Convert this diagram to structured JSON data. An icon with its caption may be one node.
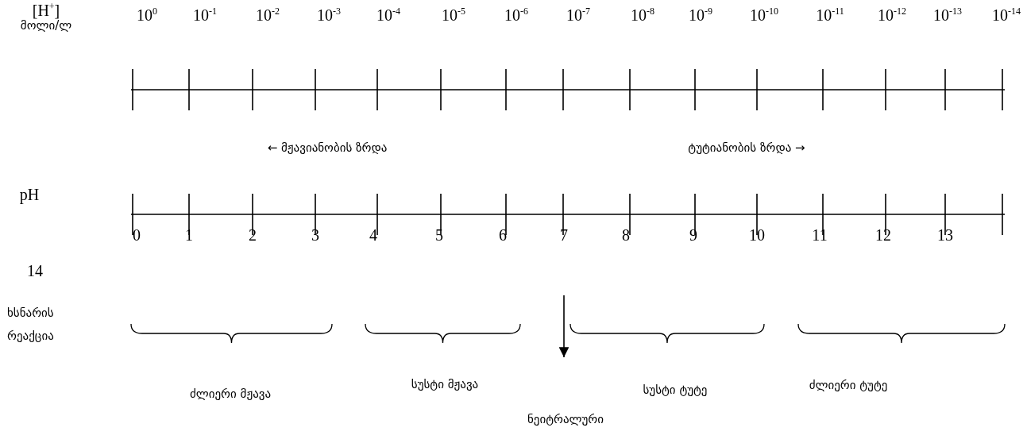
{
  "diagram": {
    "labels": [
      "[H$^{+}$]",
      "მოლი/ლ",
      "10$^{0}$",
      "10$^{-1}$",
      "10$^{-2}$",
      "10$^{-3}$",
      "10$^{-4}$",
      "10$^{-5}$",
      "10$^{-6}$",
      "10$^{-7}$",
      "10$^{-8}$",
      "10$^{-9}$",
      "10$^{-10}$",
      "10$^{-11}$",
      "10$^{-12}$",
      "10$^{-13}$",
      "10$^{-14}$",
      "← მჟავიანობის ზრდა",
      "ტუტიანობის ზრდა →",
      "pH",
      "0",
      "1",
      "2",
      "3",
      "4",
      "5",
      "6",
      "7",
      "8",
      "9",
      "10",
      "11",
      "12",
      "13",
      "14",
      "ხსნარის რეაქცია",
      "ძლიერი მჟავა",
      "სუსტი მჟავა",
      "სუსტი ტუტე",
      "ძლიერი ტუტე",
      "ნეიტრალური"
    ]
  }
}
